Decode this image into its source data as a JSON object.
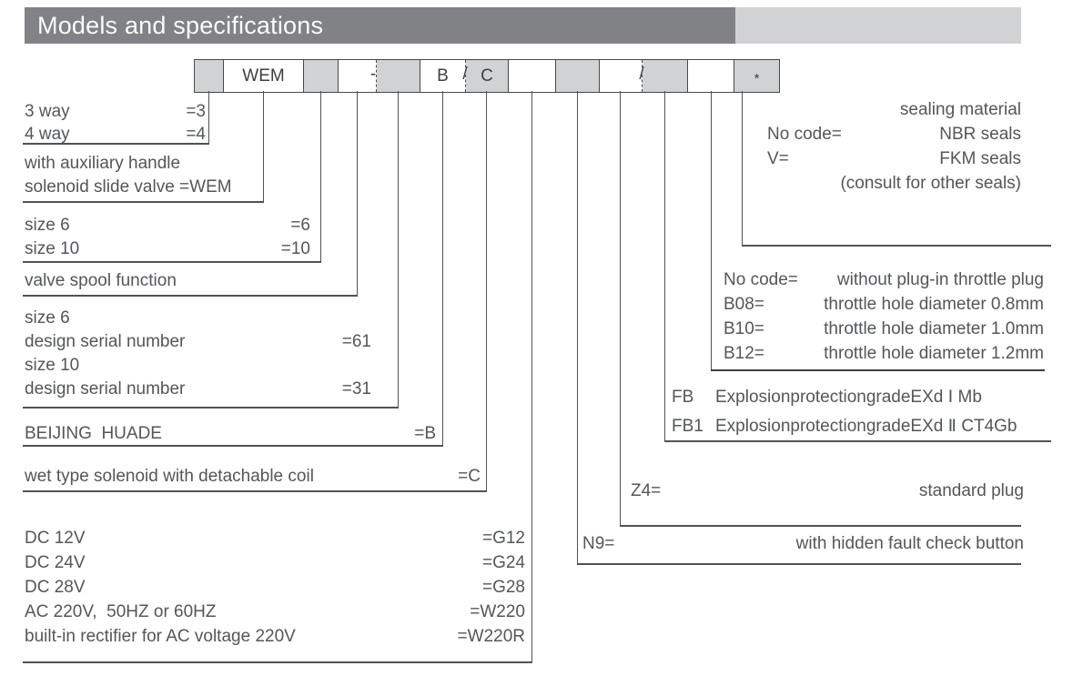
{
  "header": {
    "title": "Models and specifications"
  },
  "colors": {
    "header_dark": "#818286",
    "header_light": "#d1d2d4",
    "cell_gray": "#d1d2d4",
    "line": "#515255",
    "text": "#53565a"
  },
  "model_code": {
    "cells": [
      "",
      "WEM",
      "",
      "",
      "",
      "B",
      "C",
      "",
      "",
      "",
      "",
      "",
      "*"
    ],
    "separators": {
      "dash": "-",
      "slash1": "/",
      "slash2": "/"
    }
  },
  "left": {
    "ways": {
      "rows": [
        {
          "label": "3 way",
          "value": "=3"
        },
        {
          "label": "4 way",
          "value": "=4"
        }
      ]
    },
    "handle": {
      "line1": "with auxiliary handle",
      "line2": "solenoid slide valve =WEM"
    },
    "size": {
      "rows": [
        {
          "label": "size 6",
          "value": "=6"
        },
        {
          "label": "size 10",
          "value": "=10"
        }
      ]
    },
    "spool": {
      "label": "valve spool function"
    },
    "design": {
      "rows": [
        {
          "label": "size 6",
          "value": ""
        },
        {
          "label": "design serial number",
          "value": "=61"
        },
        {
          "label": "size 10",
          "value": ""
        },
        {
          "label": "design serial number",
          "value": "=31"
        }
      ]
    },
    "brand": {
      "label": "BEIJING  HUADE",
      "value": "=B"
    },
    "coil": {
      "label": "wet type solenoid with detachable coil",
      "value": "=C"
    },
    "voltage": {
      "rows": [
        {
          "label": "DC 12V",
          "value": "=G12"
        },
        {
          "label": "DC 24V",
          "value": "=G24"
        },
        {
          "label": "DC 28V",
          "value": "=G28"
        },
        {
          "label": "AC 220V,  50HZ or 60HZ",
          "value": "=W220"
        },
        {
          "label": "built-in rectifier for AC voltage 220V",
          "value": "=W220R"
        }
      ]
    }
  },
  "right": {
    "sealing": {
      "rows": [
        {
          "label": "",
          "value": "sealing material"
        },
        {
          "label": "No code=",
          "value": "NBR seals"
        },
        {
          "label": "V=",
          "value": "FKM seals"
        },
        {
          "label": "",
          "value": "(consult for other seals)"
        }
      ]
    },
    "throttle": {
      "rows": [
        {
          "label": "No code=",
          "value": "without plug-in throttle plug"
        },
        {
          "label": "B08=",
          "value": "throttle hole diameter 0.8mm"
        },
        {
          "label": "B10=",
          "value": "throttle hole diameter 1.0mm"
        },
        {
          "label": "B12=",
          "value": "throttle hole diameter 1.2mm"
        }
      ]
    },
    "explosion": {
      "rows": [
        {
          "label": "FB",
          "value": "ExplosionprotectiongradeEXd Ⅰ Mb"
        },
        {
          "label": "FB1",
          "value": "ExplosionprotectiongradeEXd Ⅱ CT4Gb"
        }
      ]
    },
    "plug": {
      "label": "Z4=",
      "value": "standard plug"
    },
    "fault": {
      "label": "N9=",
      "value": "with hidden fault check button"
    }
  }
}
